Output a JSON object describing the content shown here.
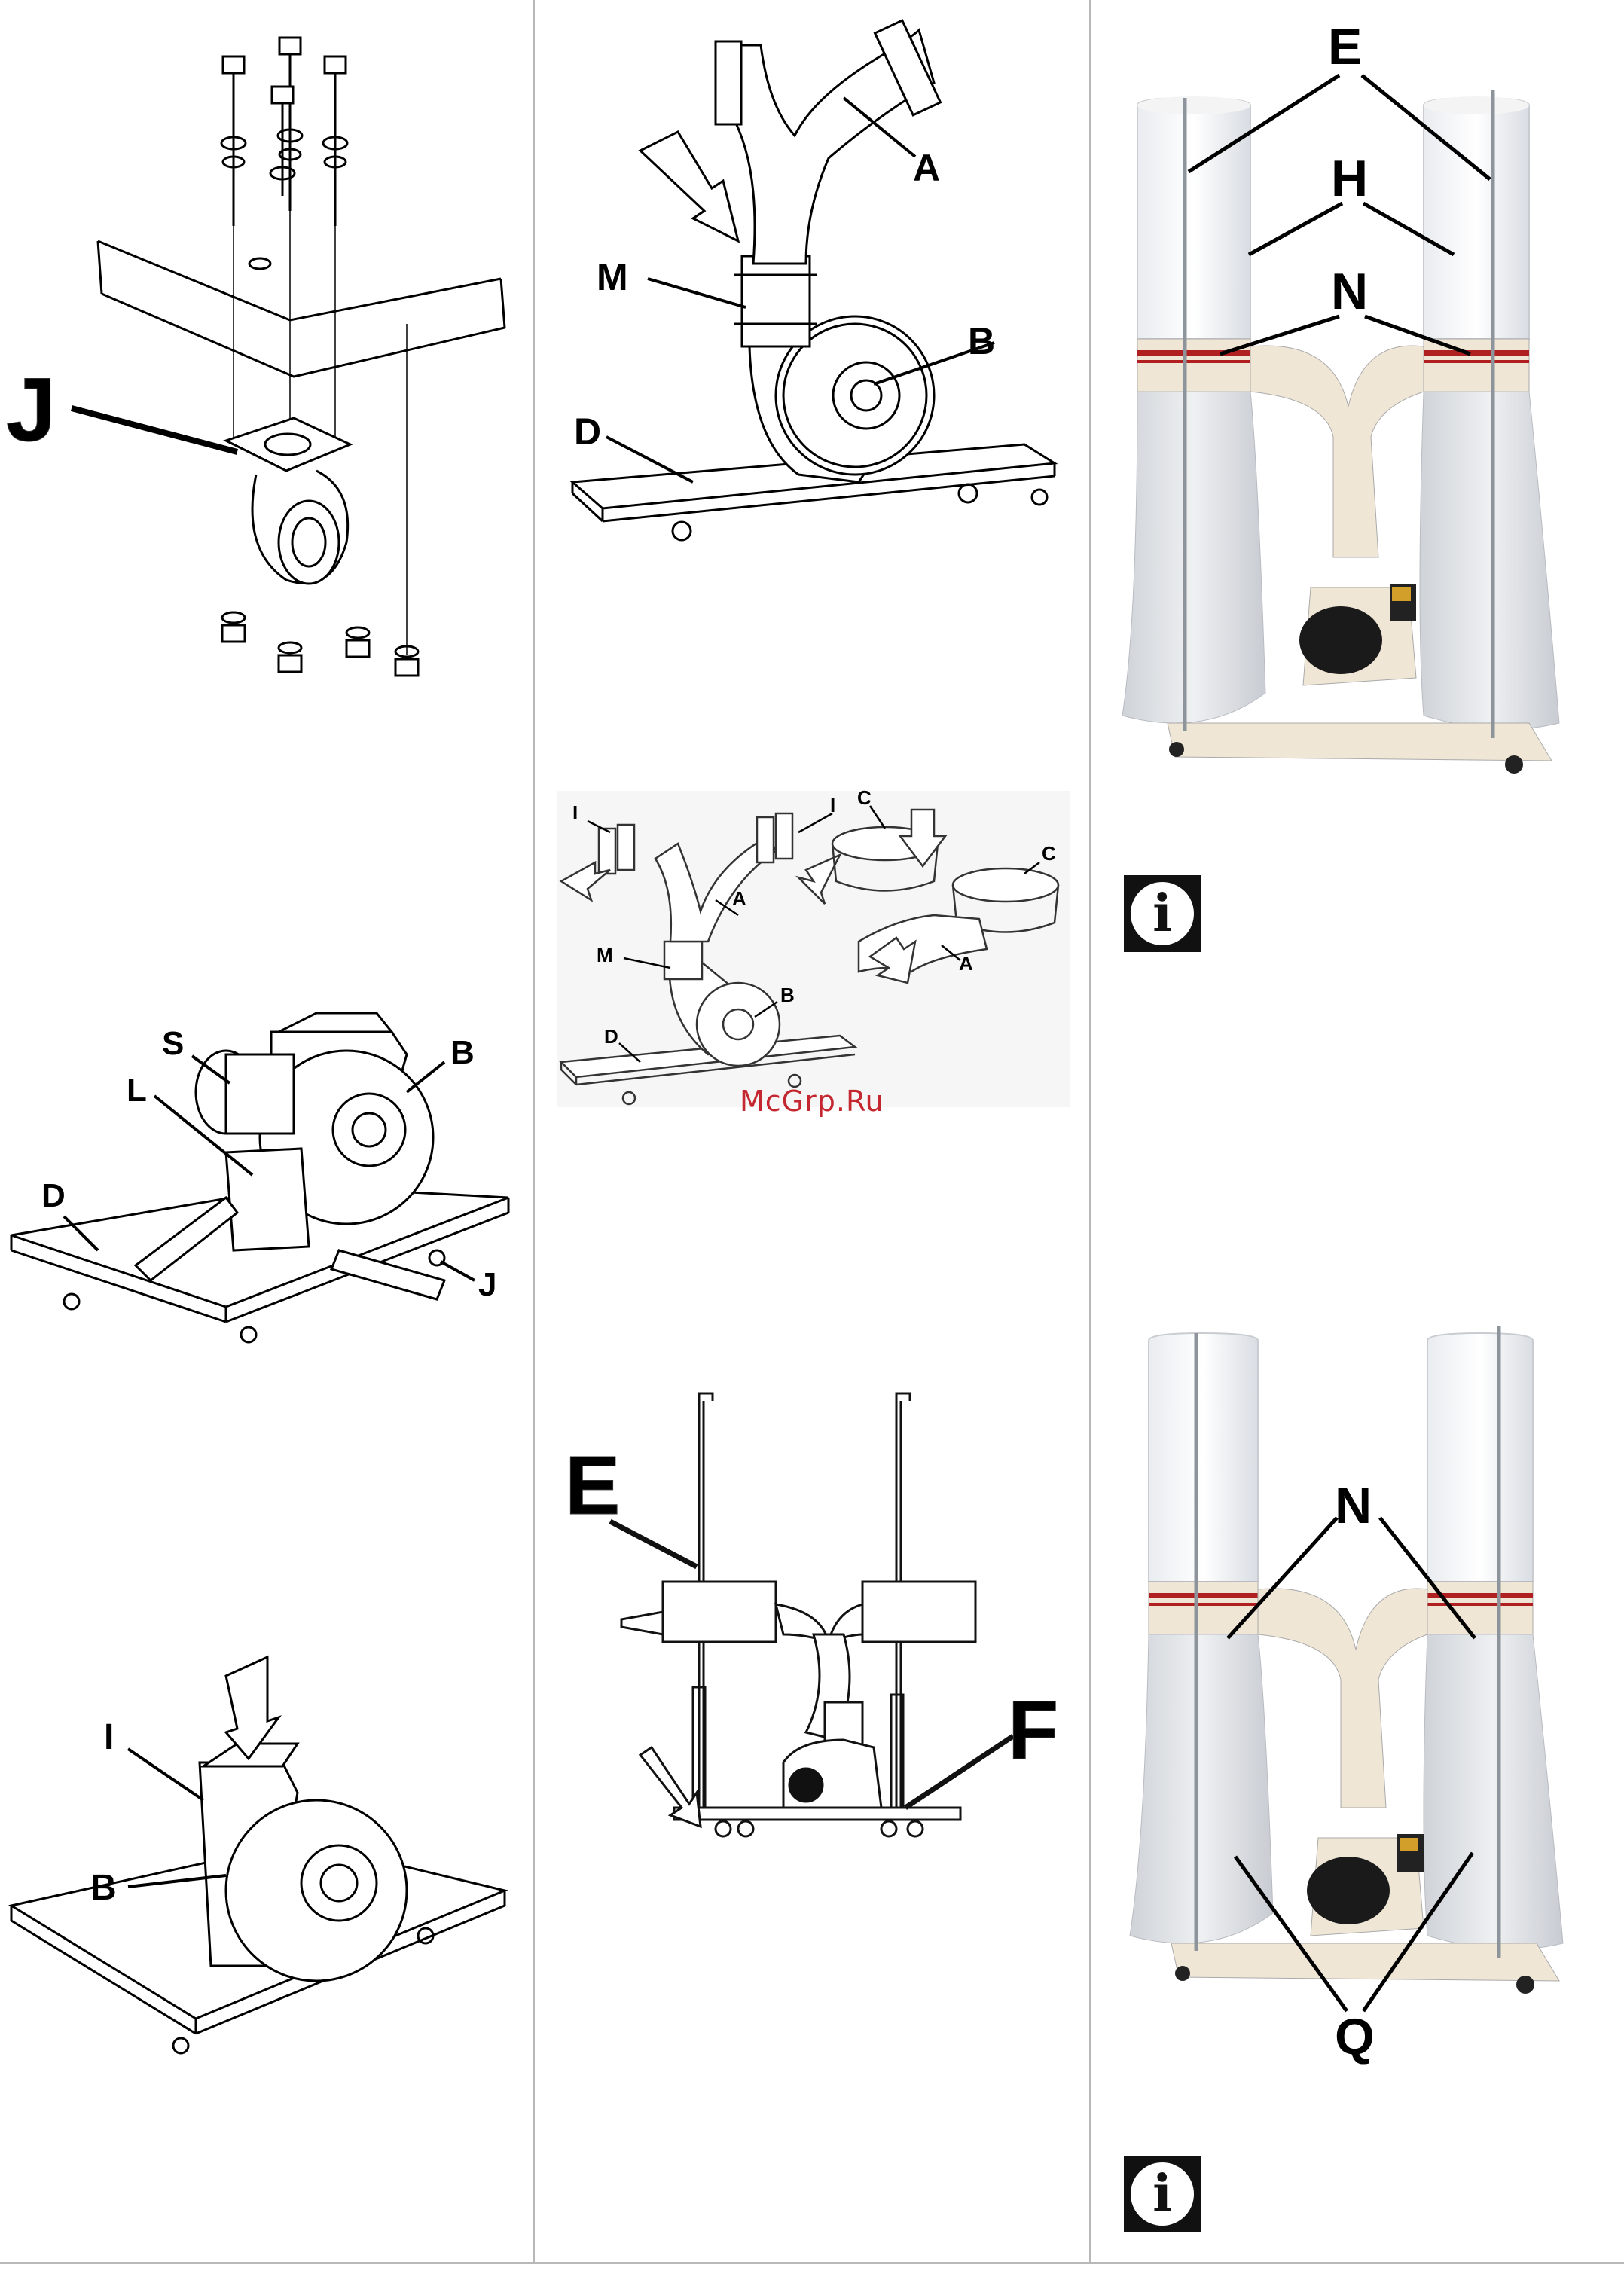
{
  "watermark": "McGrp.Ru",
  "info_icon_glyph": "i",
  "figures": {
    "caster_mount": {
      "labels": {
        "j": "J"
      }
    },
    "blower_base": {
      "labels": {
        "s": "S",
        "b": "B",
        "l": "L",
        "d": "D",
        "j": "J"
      }
    },
    "blower_inlet": {
      "labels": {
        "i": "I",
        "b": "B"
      }
    },
    "blower_y_pipe": {
      "labels": {
        "a": "A",
        "m": "M",
        "b": "B",
        "d": "D"
      }
    },
    "flanges_collars": {
      "labels": {
        "i1": "I",
        "i2": "I",
        "a1": "A",
        "m": "M",
        "b": "B",
        "d": "D",
        "c1": "C",
        "c2": "C",
        "a2": "A"
      }
    },
    "support_poles": {
      "labels": {
        "e": "E",
        "f": "F"
      }
    },
    "collector_filter_bags": {
      "labels": {
        "e": "E",
        "h": "H",
        "n": "N"
      }
    },
    "collector_collection_bags": {
      "labels": {
        "n": "N",
        "q": "Q"
      }
    }
  },
  "colors": {
    "watermark": "#c4272f",
    "label": "#000000",
    "divider": "#b8b8b8"
  }
}
